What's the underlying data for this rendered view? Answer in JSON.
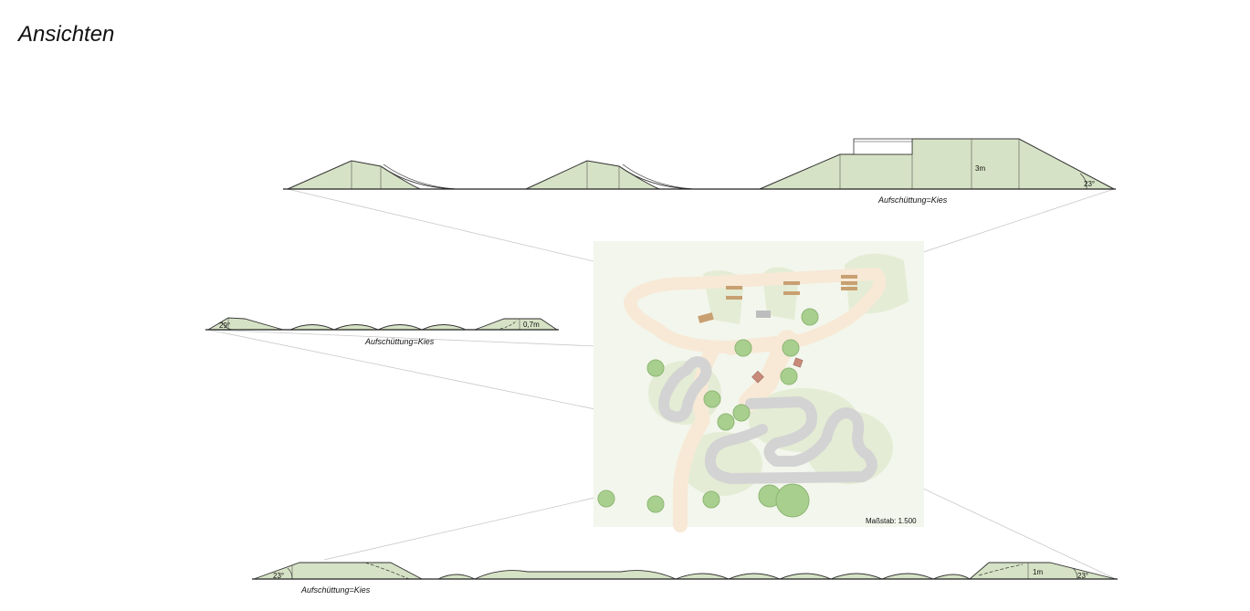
{
  "page": {
    "title": "Ansichten"
  },
  "elevations": {
    "top": {
      "material_label": "Aufschüttung=Kies",
      "height_label": "3m",
      "angle_label": "23°"
    },
    "middle": {
      "material_label": "Aufschüttung=Kies",
      "height_label": "0,7m",
      "angle_label": "29°"
    },
    "bottom": {
      "material_label": "Aufschüttung=Kies",
      "height_label": "1m",
      "angle_left_label": "23°",
      "angle_right_label": "23°"
    }
  },
  "site_plan": {
    "scale_label": "Maßstab: 1.500"
  },
  "colors": {
    "fill_green": "#d6e2c5",
    "stroke_dark": "#333333",
    "track_gray": "#d3d3d3",
    "path_sand": "#f7e9d6",
    "tree_green": "#a8cf8e",
    "plan_bg": "#f3f6ec",
    "plank_brown": "#c8a071"
  }
}
